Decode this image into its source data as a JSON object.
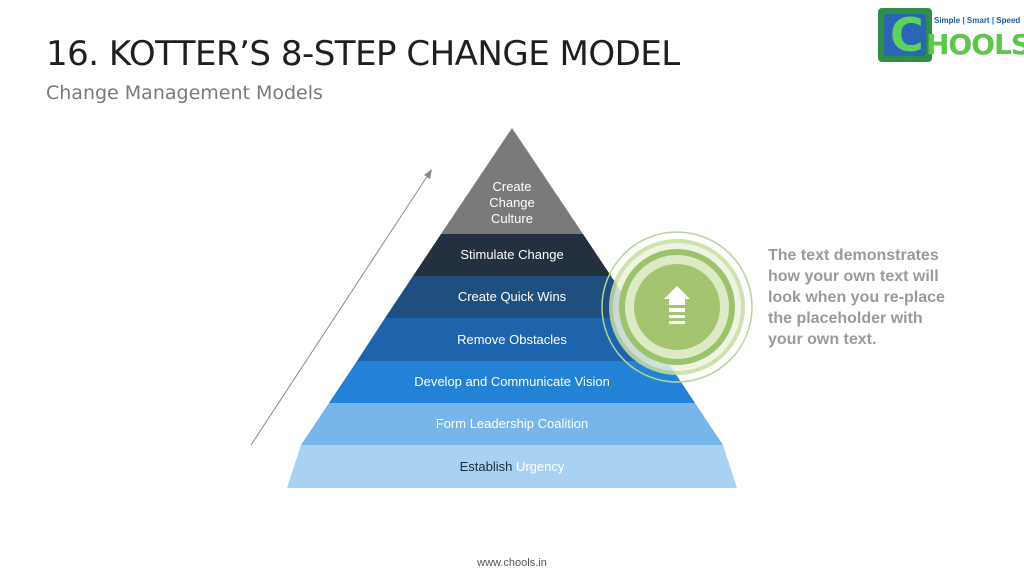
{
  "header": {
    "title": "16. KOTTER’S 8-STEP CHANGE MODEL",
    "subtitle": "Change Management Models"
  },
  "logo": {
    "letter": "C",
    "word": "HOOLS",
    "tagline": "Simple | Smart | Speed"
  },
  "pyramid": {
    "apex": "Create\nChange\nCulture",
    "tiers": [
      {
        "label": "Stimulate Change",
        "color": "#233040"
      },
      {
        "label": "Create Quick Wins",
        "color": "#1f4f7f"
      },
      {
        "label": "Remove Obstacles",
        "color": "#1d64ad"
      },
      {
        "label": "Develop and Communicate Vision",
        "color": "#2382d6"
      },
      {
        "label": "Form Leadership Coalition",
        "color": "#78b5ea"
      }
    ],
    "base": {
      "label_part1": "Establish",
      "label_part2": "Urgency",
      "color": "#a9d2f2"
    },
    "apex_color": "#7a7a7a"
  },
  "callout": {
    "icon": "up-arrow-icon",
    "text": "The text demonstrates how your own text will look when you re-place the placeholder with your own text.",
    "ring_color": "#9cc26b"
  },
  "footer": {
    "url": "www.chools.in"
  }
}
